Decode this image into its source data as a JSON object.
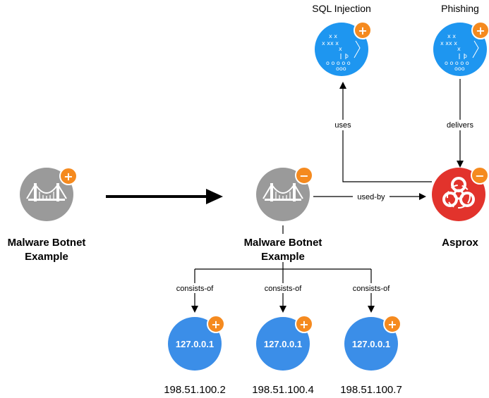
{
  "colors": {
    "infrastructure": "#9a9a9a",
    "attack_pattern": "#1e96f0",
    "malware": "#e2332c",
    "ip_address": "#3b8ee8",
    "badge": "#f58a1f",
    "line": "#000000"
  },
  "icons": {
    "infrastructure": "bridge-icon",
    "attack_pattern": "playbook-icon",
    "malware": "biohazard-icon",
    "expand": "plus-badge-icon",
    "collapse": "minus-badge-icon"
  },
  "nodes": {
    "botnet_collapsed": {
      "label_line1": "Malware Botnet",
      "label_line2": "Example",
      "badge": "+"
    },
    "botnet_expanded": {
      "label_line1": "Malware Botnet",
      "label_line2": "Example",
      "badge": "−"
    },
    "sql_injection": {
      "label": "SQL Injection",
      "badge": "+"
    },
    "phishing": {
      "label": "Phishing",
      "badge": "+"
    },
    "asprox": {
      "label": "Asprox",
      "badge": "−"
    },
    "ips": [
      {
        "inner": "127.0.0.1",
        "caption": "198.51.100.2",
        "badge": "+"
      },
      {
        "inner": "127.0.0.1",
        "caption": "198.51.100.4",
        "badge": "+"
      },
      {
        "inner": "127.0.0.1",
        "caption": "198.51.100.7",
        "badge": "+"
      }
    ]
  },
  "edges": {
    "used_by": "used-by",
    "uses": "uses",
    "delivers": "delivers",
    "consists_of": [
      "consists-of",
      "consists-of",
      "consists-of"
    ]
  }
}
